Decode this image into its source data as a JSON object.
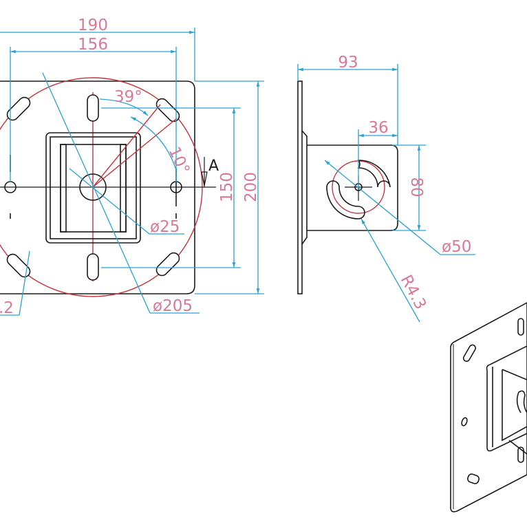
{
  "front_view": {
    "dim_width_overall": "190",
    "dim_width_holes": "156",
    "dim_height_overall": "200",
    "dim_height_slots": "150",
    "angle_main": "39°",
    "angle_slot": "10°",
    "dia_center": "ø25",
    "dia_circle": "ø205",
    "slot_width_partial": ".2",
    "section_label": "A"
  },
  "side_view": {
    "dim_depth": "93",
    "dim_hole_offset": "36",
    "dim_height": "80",
    "dia_slot_circle": "ø50",
    "slot_radius": "R4.3"
  },
  "colors": {
    "outline": "#1a1a1a",
    "dimension": "#2aa2d4",
    "dimension_text": "#d9799a",
    "reference_circle": "#c8323c"
  }
}
